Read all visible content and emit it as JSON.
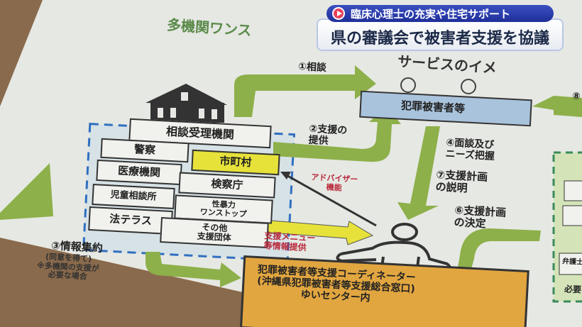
{
  "caption": {
    "subtitle": "臨床心理士の充実や住宅サポート",
    "headline": "県の審議会で被害者支援を協議",
    "icon": "play-icon"
  },
  "diagram": {
    "title": "多機関ワンス",
    "title_right": "サービスのイメ",
    "step1": "①相談",
    "victims": "犯罪被害者等",
    "reception": "相談受理機関",
    "agencies": [
      "警察",
      "市町村",
      "医療機関",
      "検察庁",
      "児童相談所",
      "性暴力\nワンストップ",
      "法テラス",
      "その他\n支援団体"
    ],
    "step2": "②支援の\n提供",
    "step3": "③情報集約",
    "step3_note": "(同意を得て)\n※多機関の支援が\n必要な場合",
    "step4": "④面談及び\nニーズ把握",
    "step7": "⑦支援計画\nの説明",
    "step6": "⑥支援計画\nの決定",
    "step8": "⑧",
    "advisor": "アドバイザー\n機能",
    "menu": "支援メニュー\n等情報提供",
    "coordinator": "犯罪被害者等支援コーディネーター\n(沖縄県犯罪被害者等支援総合窓口)\nゆいセンター内",
    "right_panel_item": "弁護士",
    "right_panel_note": "必要"
  },
  "colors": {
    "green": "#8db04a",
    "yellow": "#e6e23a",
    "orange": "#e2a640",
    "blue_box": "#a9c3dc",
    "caption_blue": "#2a3cb0"
  }
}
